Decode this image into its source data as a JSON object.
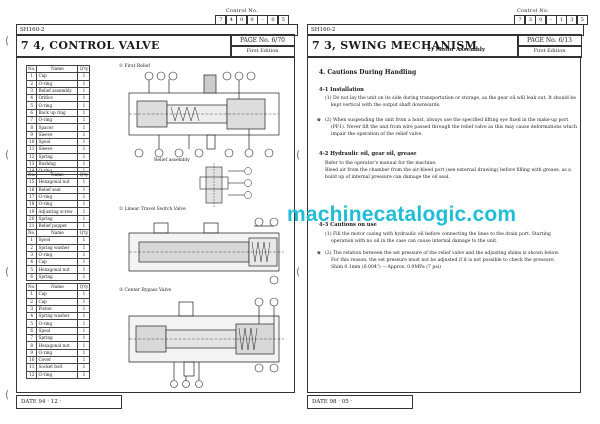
{
  "left_page": {
    "control_label": "Control No.",
    "control_no": [
      "7",
      "4",
      "0",
      "0",
      "-",
      "0",
      "5"
    ],
    "model": "SH160-2",
    "title": "7 4,   CONTROL VALVE",
    "page_label": "PAGE No. 6/70",
    "edition": "First Edition",
    "tables": [
      {
        "headers": [
          "No.",
          "Name",
          "Q'ty"
        ],
        "rows": [
          [
            "1",
            "Cap",
            "1"
          ],
          [
            "2",
            "O-ring",
            "1"
          ],
          [
            "3",
            "Relief assembly",
            "1"
          ],
          [
            "4",
            "Orifice",
            "1"
          ],
          [
            "5",
            "O-ring",
            "1"
          ],
          [
            "6",
            "Back up ring",
            "1"
          ],
          [
            "7",
            "O-ring",
            "1"
          ],
          [
            "8",
            "Spacer",
            "1"
          ],
          [
            "9",
            "Sleeve",
            "1"
          ],
          [
            "10",
            "Spool",
            "1"
          ],
          [
            "11",
            "Sleeve",
            "1"
          ],
          [
            "12",
            "Spring",
            "1"
          ],
          [
            "13",
            "Bushing",
            "1"
          ],
          [
            "14",
            "O-ring",
            "1"
          ]
        ]
      },
      {
        "headers": [
          "No.",
          "Name",
          "Q'ty"
        ],
        "rows": [
          [
            "15",
            "Hexagonal nut",
            "1"
          ],
          [
            "16",
            "Relief seat",
            "1"
          ],
          [
            "17",
            "O-ring",
            "1"
          ],
          [
            "18",
            "O-ring",
            "1"
          ],
          [
            "19",
            "Adjusting screw",
            "1"
          ],
          [
            "20",
            "Spring",
            "1"
          ],
          [
            "21",
            "Relief poppet",
            "1"
          ]
        ]
      },
      {
        "headers": [
          "No.",
          "Name",
          "Q'ty"
        ],
        "rows": [
          [
            "1",
            "Spool",
            "1"
          ],
          [
            "2",
            "Spring washer",
            "1"
          ],
          [
            "3",
            "O-ring",
            "1"
          ],
          [
            "4",
            "Cap",
            "1"
          ],
          [
            "5",
            "Hexagonal nut",
            "1"
          ],
          [
            "6",
            "Spring",
            "1"
          ]
        ]
      },
      {
        "headers": [
          "No.",
          "Name",
          "Q'ty"
        ],
        "rows": [
          [
            "1",
            "Cap",
            "1"
          ],
          [
            "2",
            "Cap",
            "1"
          ],
          [
            "3",
            "Piston",
            "1"
          ],
          [
            "4",
            "Spring washer",
            "1"
          ],
          [
            "5",
            "O-ring",
            "1"
          ],
          [
            "6",
            "Spool",
            "1"
          ],
          [
            "7",
            "Spring",
            "1"
          ],
          [
            "8",
            "Hexagonal nut",
            "1"
          ],
          [
            "9",
            "O-ring",
            "1"
          ],
          [
            "10",
            "Cover",
            "1"
          ],
          [
            "11",
            "Socket bolt",
            "1"
          ],
          [
            "12",
            "O-ring",
            "1"
          ]
        ]
      }
    ],
    "captions": {
      "first_relief": "① First Relief",
      "relief_assembly": "Relief assembly",
      "linear_travel": "② Linear Travel Switch Valve",
      "center_bypass": "③ Center Bypass Valve"
    },
    "date_label": "DATE   94 ·  12 ·"
  },
  "right_page": {
    "control_label": "Control No.",
    "control_no": [
      "7",
      "3",
      "0",
      "-",
      "1",
      "3",
      "5"
    ],
    "model": "SH160-2",
    "title": "7 3,   SWING MECHANISM",
    "subtitle": "1)   Motor Assembly",
    "page_label": "PAGE No.  6/13",
    "edition": "First Edition",
    "heading": "4. Cautions During Handling",
    "sections": [
      {
        "heading": "4-1 Installation",
        "lines": [
          "(1) Do not lay the unit on its side during transportation or storage, as the gear oil will leak out. It should be",
          "kept vertical with the output shaft downwards.",
          "",
          "(2) When suspending the unit from a hoist, always use the specified lifting eye fixed in the make-up port",
          "(PF1). Never lift the unit from wire passed through the relief valve as this may cause deformations which",
          "impair the operation of the relief valve."
        ]
      },
      {
        "heading": "4-2 Hydraulic oil, gear oil, grease",
        "lines": [
          "Refer to the operator's manual for the machine.",
          "Bleed air from the chamber from the air-bleed port (see external drawing) before filling with grease, as a",
          "build up of internal pressure can damage the oil seal."
        ]
      },
      {
        "heading": "4-3 Cautions on use",
        "lines": [
          "(1) Fill the motor casing with hydraulic oil before connecting the lines to the drain port. Starting",
          "operation with no oil in the case can cause internal damage to the unit.",
          "",
          "(2) The relation between the set pressure of the relief valve and the adjusting shims is shown below.",
          "For this reason, the set pressure must not be adjusted if it is not possible to check the pressure.",
          "Shim 0.1mm (0.004\") → Approx. 0.9MPa (7 psi)"
        ]
      }
    ],
    "date_label": "DATE   98 ·  05 ·"
  },
  "watermark": "machinecatalogic.com",
  "binder_marks": [
    "(",
    "(",
    "(",
    "(",
    "(",
    "("
  ]
}
